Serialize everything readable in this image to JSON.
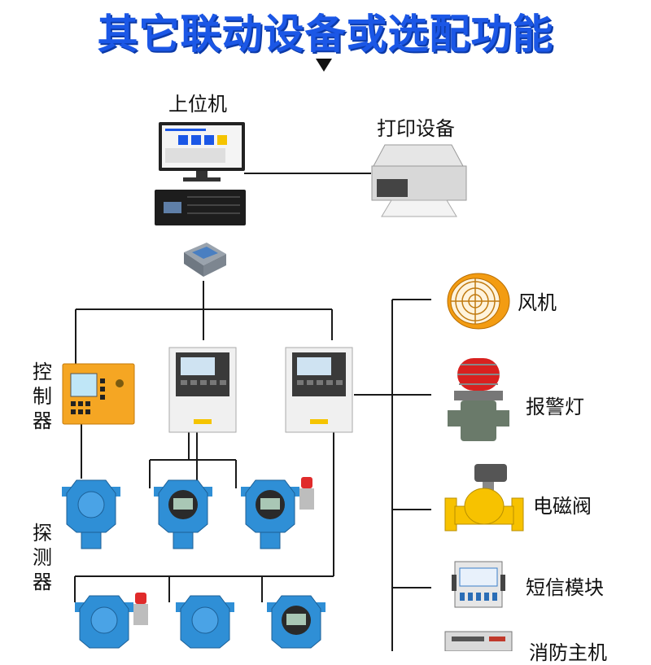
{
  "title": "其它联动设备或选配功能",
  "icons": {
    "arrow": "down-triangle-icon"
  },
  "labels": {
    "host": "上位机",
    "printer": "打印设备",
    "controller": "控制器",
    "detector": "探测器",
    "fan": "风机",
    "alarm_light": "报警灯",
    "solenoid_valve": "电磁阀",
    "sms_module": "短信模块",
    "fire_host": "消防主机"
  },
  "colors": {
    "title": "#1b57e6",
    "detector": "#2f8fd6",
    "controller": "#f5a623",
    "valve": "#f7c200",
    "fan": "#f39c12"
  }
}
